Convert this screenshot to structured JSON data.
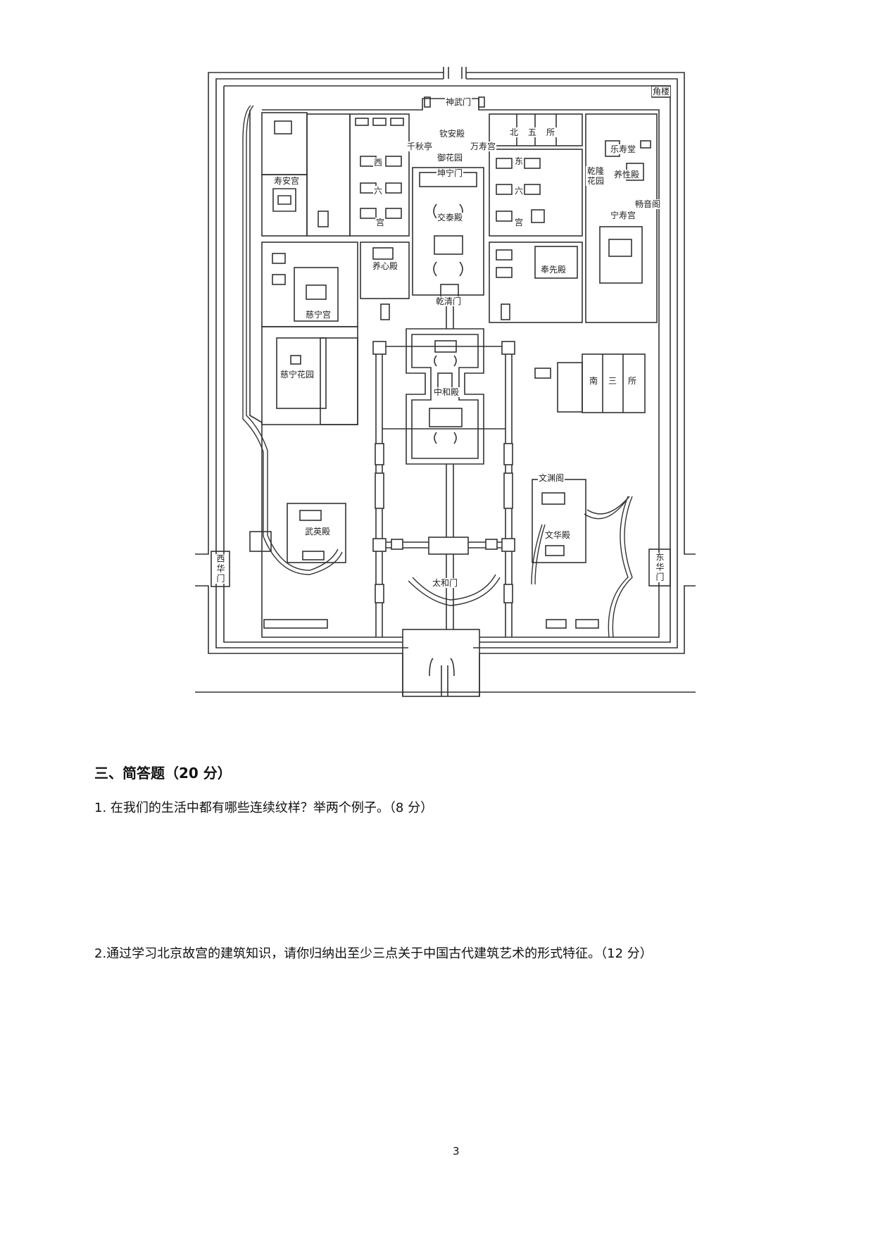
{
  "map": {
    "labels": [
      "神武门",
      "角楼",
      "北五所",
      "钦安殿",
      "千秋亭",
      "万寿宫",
      "御花园",
      "西",
      "东",
      "坤宁门",
      "寿安宫",
      "六",
      "六",
      "乐寿堂",
      "乾隆花园",
      "养性殿",
      "畅音阁",
      "交泰殿",
      "宫",
      "宫",
      "宁寿宫",
      "养心殿",
      "奉先殿",
      "乾清门",
      "慈宁宫",
      "慈宁花园",
      "中和殿",
      "南",
      "三",
      "所",
      "文渊阁",
      "武英殿",
      "文华殿",
      "太和门",
      "西华门",
      "东华门"
    ]
  },
  "section": {
    "heading": "三、简答题（20 分）",
    "questions": [
      "1.  在我们的生活中都有哪些连续纹样？举两个例子。（8 分）",
      "2.通过学习北京故宫的建筑知识，请你归纳出至少三点关于中国古代建筑艺术的形式特征。（12 分）"
    ]
  },
  "page_number": "3"
}
